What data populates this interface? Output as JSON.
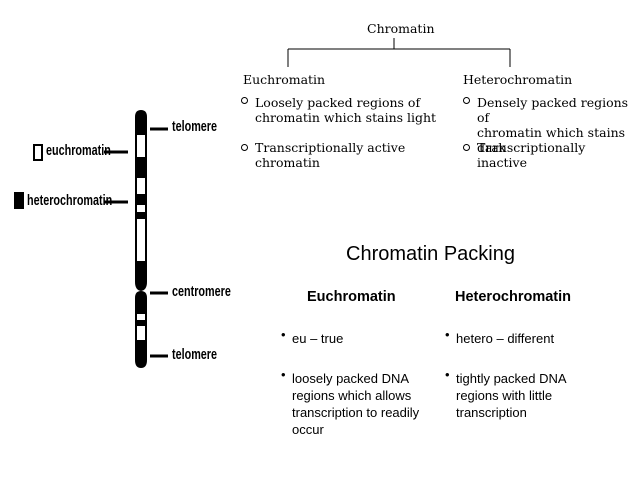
{
  "tree": {
    "root": "Chromatin",
    "left": {
      "heading": "Euchromatin",
      "items": [
        [
          "Loosely packed regions of",
          "chromatin which stains light"
        ],
        [
          "Transcriptionally active",
          "chromatin"
        ]
      ]
    },
    "right": {
      "heading": "Heterochromatin",
      "items": [
        [
          "Densely packed regions of",
          "chromatin which stains dark"
        ],
        [
          "Transcriptionally inactive"
        ]
      ]
    }
  },
  "chromosome": {
    "labels": {
      "telomere_top": "telomere",
      "centromere": "centromere",
      "telomere_bottom": "telomere"
    },
    "legend": {
      "euchromatin": "euchromatin",
      "heterochromatin": "heterochromatin"
    }
  },
  "comparison": {
    "title": "Chromatin Packing",
    "left": {
      "heading": "Euchromatin",
      "bullets": [
        [
          "eu – true"
        ],
        [
          "loosely packed DNA",
          "regions which allows",
          "transcription to readily",
          "occur"
        ]
      ]
    },
    "right": {
      "heading": "Heterochromatin",
      "bullets": [
        [
          "hetero – different"
        ],
        [
          "tightly packed DNA",
          "regions with little",
          "transcription"
        ]
      ]
    }
  }
}
